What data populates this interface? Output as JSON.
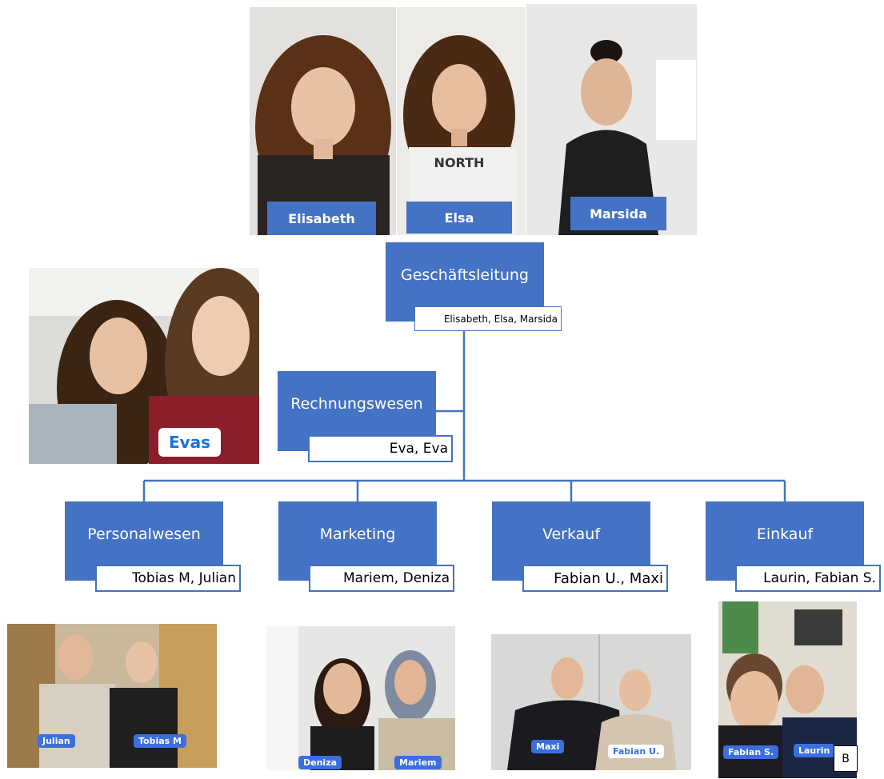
{
  "leadership_photos": [
    {
      "name": "Elisabeth"
    },
    {
      "name": "Elsa"
    },
    {
      "name": "Marsida"
    }
  ],
  "evas_photo": {
    "label": "Evas"
  },
  "org": {
    "root": {
      "title": "Geschäftsleitung",
      "members": "Elisabeth, Elsa, Marsida"
    },
    "accounting": {
      "title": "Rechnungswesen",
      "members": "Eva, Eva"
    },
    "departments": [
      {
        "title": "Personalwesen",
        "members": "Tobias M, Julian"
      },
      {
        "title": "Marketing",
        "members": "Mariem, Deniza"
      },
      {
        "title": "Verkauf",
        "members": "Fabian U., Maxi"
      },
      {
        "title": "Einkauf",
        "members": "Laurin, Fabian S."
      }
    ]
  },
  "team_photos": [
    {
      "left": "Julian",
      "right": "Tobias M"
    },
    {
      "left": "Deniza",
      "right": "Mariem"
    },
    {
      "left": "Maxi",
      "right": "Fabian U."
    },
    {
      "left": "Fabian S.",
      "right": "Laurin",
      "badge": "B"
    }
  ],
  "colors": {
    "accent": "#4472c4",
    "connector": "#4472c4"
  }
}
